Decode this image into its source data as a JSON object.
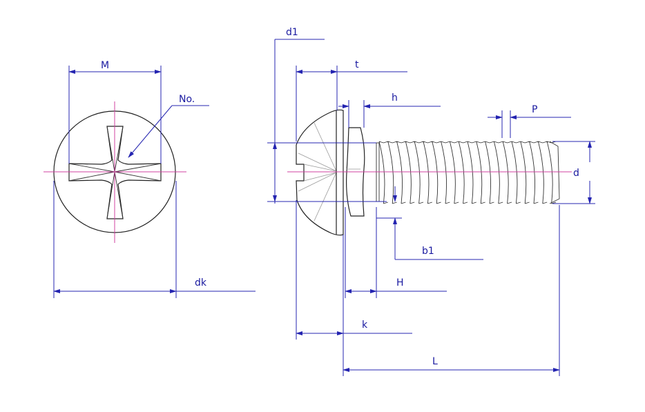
{
  "title": "Phillips pan head screw with spring washer - dimension drawing",
  "colors": {
    "dimension": "#2424b0",
    "centerline": "#d040a0",
    "outline": "#222222"
  },
  "labels": {
    "M": "M",
    "No": "No.",
    "dk": "dk",
    "d1": "d1",
    "t": "t",
    "h": "h",
    "P": "P",
    "d": "d",
    "b1": "b1",
    "H": "H",
    "k": "k",
    "L": "L"
  }
}
